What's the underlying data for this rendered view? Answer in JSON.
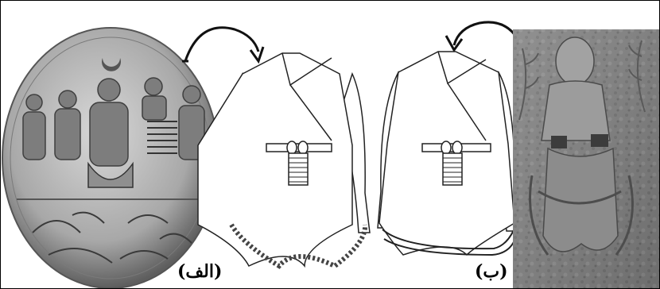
{
  "figure": {
    "label_a": "(الف)",
    "label_b": "(ب)",
    "colors": {
      "plate_light": "#c9c9c9",
      "plate_dark": "#6e6e6e",
      "relief": "#8a8a8a",
      "line": "#1a1a1a",
      "background": "#ffffff"
    },
    "panels": [
      {
        "name": "silver-plate-photo",
        "icon": "photo"
      },
      {
        "name": "garment-drawing-a",
        "icon": "line-drawing"
      },
      {
        "name": "garment-drawing-b",
        "icon": "line-drawing"
      },
      {
        "name": "relief-carving-photo",
        "icon": "photo"
      }
    ]
  }
}
